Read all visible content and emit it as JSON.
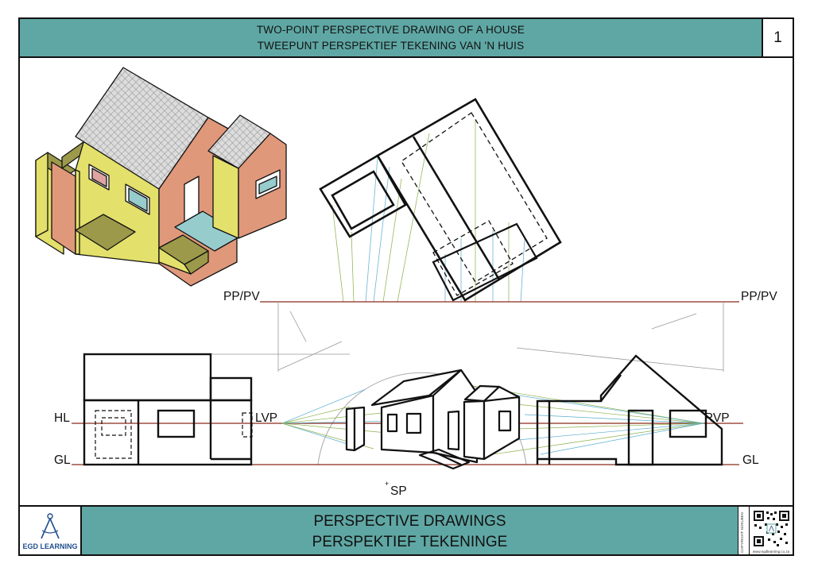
{
  "header": {
    "title_en": "TWO-POINT PERSPECTIVE DRAWING OF A HOUSE",
    "title_af": "TWEEPUNT PERSPEKTIEF TEKENING VAN 'N HUIS",
    "page_number": "1"
  },
  "labels": {
    "pp_left": "PP/PV",
    "pp_right": "PP/PV",
    "hl": "HL",
    "gl_left": "GL",
    "gl_right": "GL",
    "lvp": "LVP",
    "rvp": "RVP",
    "sp": "SP",
    "sp_mark": "+"
  },
  "footer": {
    "logo_text": "EGD LEARNING",
    "title_en": "PERSPECTIVE DRAWINGS",
    "title_af": "PERSPEKTIEF TEKENINGE",
    "copyright": "COPYRIGHT: NOKUBEG",
    "website": "www.egdlearning.co.za"
  },
  "colors": {
    "teal": "#5fa7a4",
    "yellow": "#e3e06b",
    "salmon": "#e0987a",
    "olive": "#9c9a4a",
    "light_blue": "#97cccd",
    "roof_grey": "#d8d8d8",
    "line_red": "#8a2a1a",
    "projector_green": "#8ab04a",
    "projector_blue": "#5aaed0"
  }
}
